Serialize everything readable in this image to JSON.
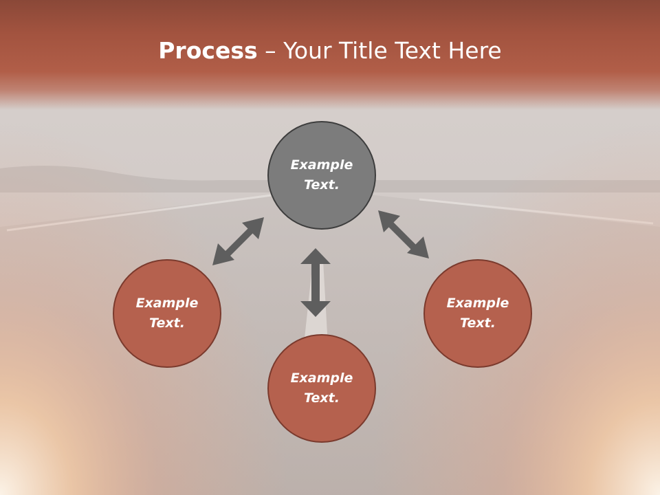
{
  "title": {
    "bold": "Process",
    "dash": " – ",
    "rest": "Your Title Text Here"
  },
  "nodes": {
    "top": "Example\nText.",
    "left": "Example\nText.",
    "bottom": "Example\nText.",
    "right": "Example\nText."
  },
  "colors": {
    "title_band": "#a2533f",
    "center_node": "#7c7c7c",
    "outer_node": "#b5614e",
    "arrow": "#5e5e5e"
  }
}
